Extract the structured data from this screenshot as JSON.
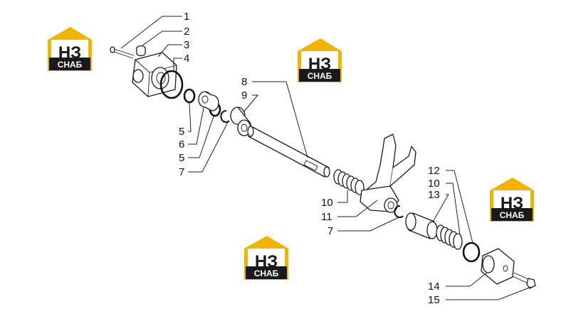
{
  "callouts": [
    {
      "id": "c1",
      "text": "1"
    },
    {
      "id": "c2",
      "text": "2"
    },
    {
      "id": "c3",
      "text": "3"
    },
    {
      "id": "c4",
      "text": "4"
    },
    {
      "id": "c5a",
      "text": "5"
    },
    {
      "id": "c6",
      "text": "6"
    },
    {
      "id": "c5b",
      "text": "5"
    },
    {
      "id": "c7a",
      "text": "7"
    },
    {
      "id": "c8",
      "text": "8"
    },
    {
      "id": "c9",
      "text": "9"
    },
    {
      "id": "c10a",
      "text": "10"
    },
    {
      "id": "c11",
      "text": "11"
    },
    {
      "id": "c7b",
      "text": "7"
    },
    {
      "id": "c12",
      "text": "12"
    },
    {
      "id": "c10b",
      "text": "10"
    },
    {
      "id": "c13",
      "text": "13"
    },
    {
      "id": "c14",
      "text": "14"
    },
    {
      "id": "c15",
      "text": "15"
    }
  ],
  "watermark": {
    "mark": "НЗ",
    "caption": "СНАБ",
    "colors": {
      "roof": "#f0b400",
      "badge": "#1a1a1a",
      "text": "#ffffff"
    }
  }
}
